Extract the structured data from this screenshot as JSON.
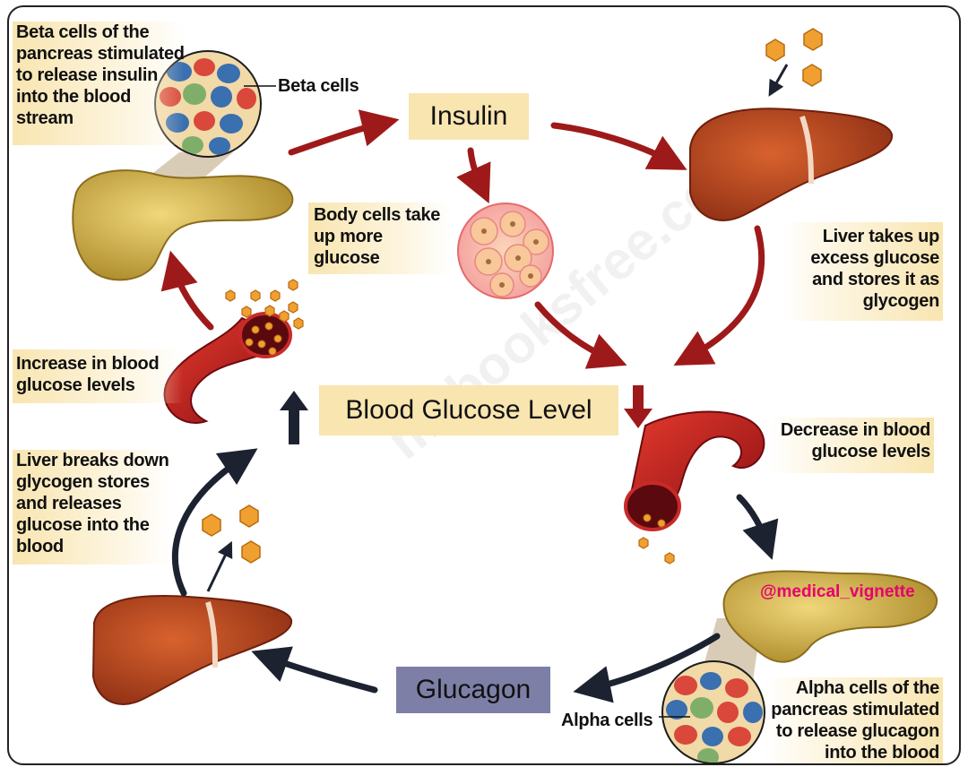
{
  "labels": {
    "beta_stimulated": "Beta cells of the pancreas stimulated to release insulin into the blood stream",
    "beta_cells": "Beta cells",
    "insulin": "Insulin",
    "body_cells": "Body cells take up more glucose",
    "liver_takes_up": "Liver takes up excess glucose and stores it as glycogen",
    "increase": "Increase in blood glucose levels",
    "blood_glucose_level": "Blood Glucose Level",
    "decrease": "Decrease in blood glucose levels",
    "liver_breaks_down": "Liver breaks down glycogen stores and releases glucose into the blood",
    "glucagon": "Glucagon",
    "alpha_cells": "Alpha cells",
    "alpha_stimulated": "Alpha cells of the pancreas stimulated to release glucagon into the blood"
  },
  "handle": "@medical_vignette",
  "colors": {
    "arrow_red": "#9e1a1a",
    "arrow_dark": "#1c2230",
    "label_bg": "#f8e5b0",
    "glucagon_bg": "#7d7fa6",
    "liver": "#b5441f",
    "pancreas": "#d4b04a",
    "vessel": "#c01a22",
    "glucose": "#f0a030"
  },
  "icons": [
    "pancreas-illustration",
    "liver-illustration",
    "blood-vessel-illustration",
    "glucose-hexagon-icon",
    "cells-illustration"
  ]
}
